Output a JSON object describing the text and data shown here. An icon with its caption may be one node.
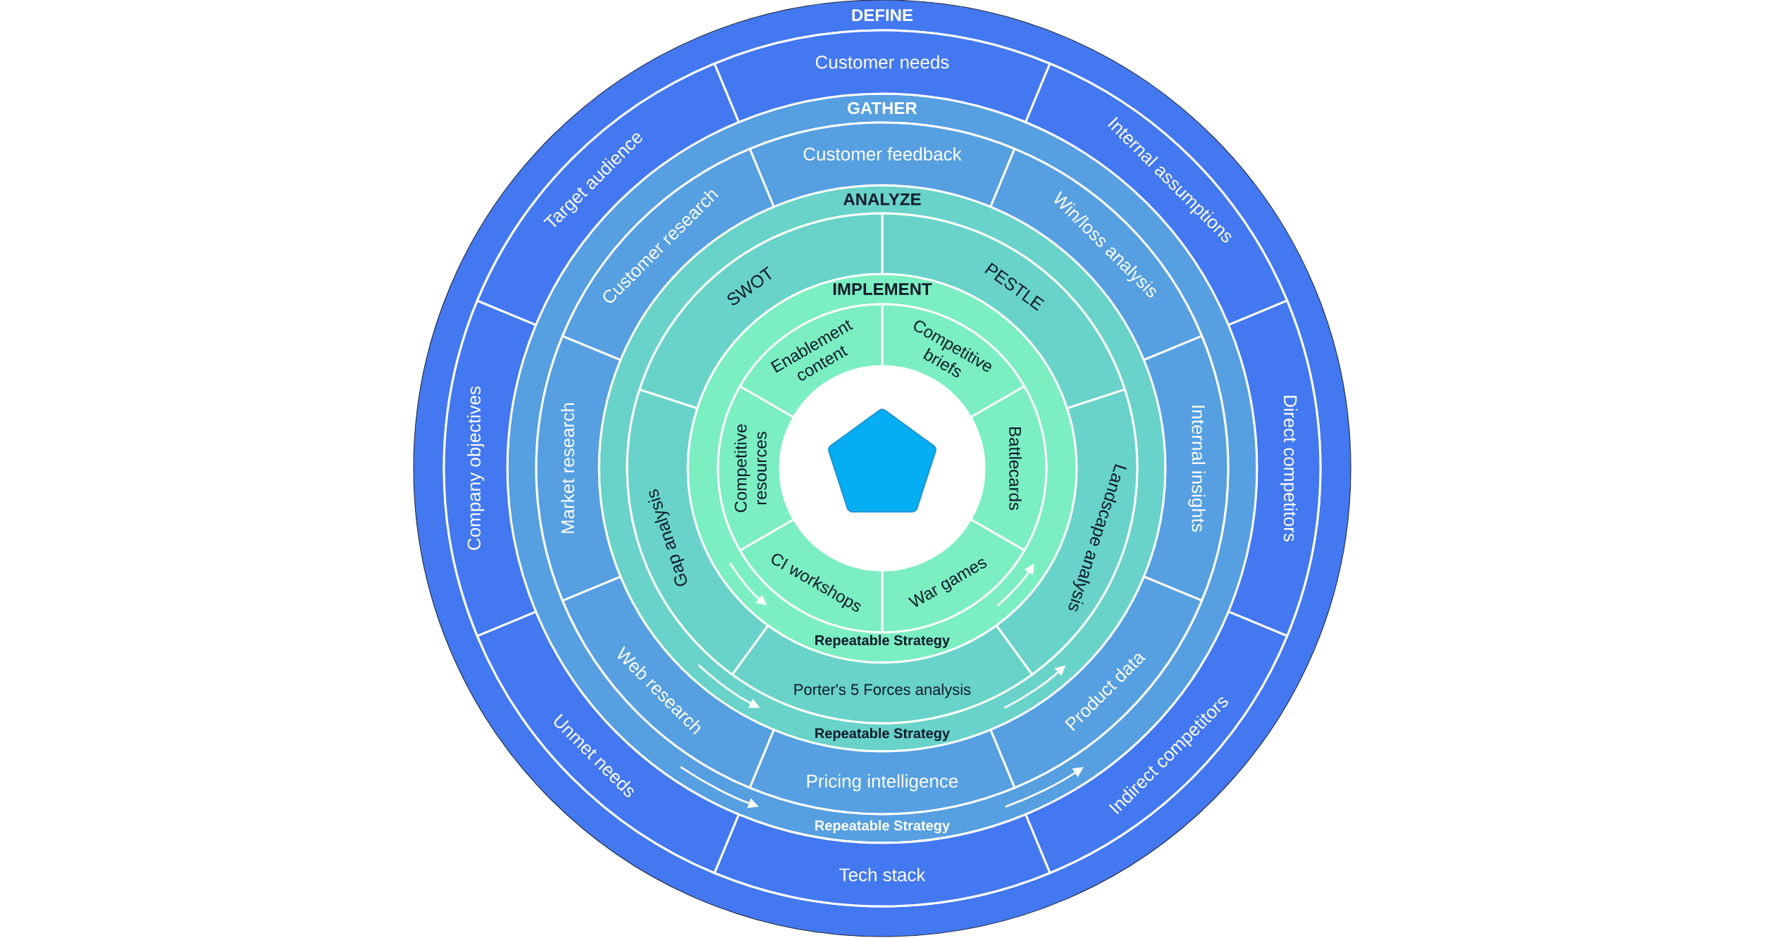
{
  "diagram": {
    "nodes": [
      {
        "text": [
          "DEFINE"
        ]
      },
      {
        "text": [
          "Customer needs"
        ],
        "in": 0
      },
      {
        "text": [
          "Internal assumptions"
        ],
        "in": 0
      },
      {
        "text": [
          "Direct competitors"
        ],
        "in": 0
      },
      {
        "text": [
          "Indirect competitors"
        ],
        "in": 0
      },
      {
        "text": [
          "Tech stack"
        ],
        "in": 0
      },
      {
        "text": [
          "Unmet needs"
        ],
        "in": 0
      },
      {
        "text": [
          "Company objectives"
        ],
        "in": 0
      },
      {
        "text": [
          "Target audience"
        ],
        "in": 0
      },
      {
        "text": [
          "GATHER",
          "Repeatable Strategy"
        ],
        "in": 0
      },
      {
        "text": [
          "Customer feedback"
        ],
        "in": 9
      },
      {
        "text": [
          "Win/loss analysis"
        ],
        "in": 9
      },
      {
        "text": [
          "Internal insights"
        ],
        "in": 9
      },
      {
        "text": [
          "Product data"
        ],
        "in": 9
      },
      {
        "text": [
          "Pricing intelligence"
        ],
        "in": 9
      },
      {
        "text": [
          "Web research"
        ],
        "in": 9
      },
      {
        "text": [
          "Market research"
        ],
        "in": 9
      },
      {
        "text": [
          "Customer research"
        ],
        "in": 9
      },
      {
        "text": [
          "ANALYZE",
          "Repeatable Strategy"
        ],
        "in": 9
      },
      {
        "text": [
          "PESTLE"
        ],
        "in": 18
      },
      {
        "text": [
          "Landscape analysis"
        ],
        "in": 18
      },
      {
        "text": [
          "Porter's 5 Forces analysis"
        ],
        "in": 18
      },
      {
        "text": [
          "Gap analysis"
        ],
        "in": 18
      },
      {
        "text": [
          "SWOT"
        ],
        "in": 18
      },
      {
        "text": [
          "IMPLEMENT",
          "Repeatable Strategy"
        ],
        "in": 18
      },
      {
        "text": [
          "Competitive briefs"
        ],
        "in": 24
      },
      {
        "text": [
          "Battlecards"
        ],
        "in": 24
      },
      {
        "text": [
          "War games"
        ],
        "in": 24
      },
      {
        "text": [
          "CI workshops"
        ],
        "in": 24
      },
      {
        "text": [
          "Competitive resources"
        ],
        "in": 24
      },
      {
        "text": [
          "Enablement content"
        ],
        "in": 24
      },
      {
        "text": [],
        "shape": "pentagon",
        "in": 24
      }
    ]
  }
}
